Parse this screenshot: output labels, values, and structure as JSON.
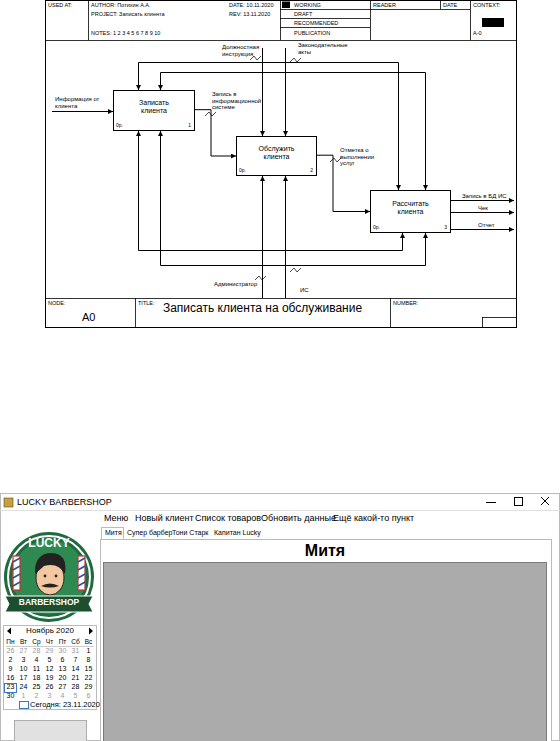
{
  "diagram": {
    "title": "Записать клиента на обслуживание",
    "nodes": [
      {
        "text": [
          "Записать клиента",
          "0р.",
          "1"
        ]
      },
      {
        "text": [
          "Обслужить клиента",
          "0р.",
          "2"
        ]
      },
      {
        "text": [
          "Рассчитать клиента",
          "0р.",
          "3"
        ]
      }
    ],
    "edges": [
      {
        "from": 0,
        "to": 1,
        "arrow": "to",
        "label": "Запись в информационной системе"
      },
      {
        "from": 1,
        "to": 2,
        "arrow": "to",
        "label": "Отметка о выполнении услуг"
      }
    ],
    "labels": [
      "USED AT:",
      "AUTHOR: Потихин А.А.",
      "DATE: 10.11.2020",
      "WORKING",
      "READER",
      "DATE",
      "CONTEXT:",
      "PROJECT: Записать клиента",
      "REV: 13.11.2020",
      "DRAFT",
      "RECOMMENDED",
      "NOTES: 1 2 3 4 5 6 7 8 9 10",
      "PUBLICATION",
      "A-0",
      "Информация от клиента",
      "Должностная инструкция",
      "Законодательные акты",
      "Запись в БД ИС",
      "Чек",
      "Отчет",
      "Администратор",
      "ИС",
      "NODE:",
      "A0",
      "TITLE:",
      "NUMBER:",
      "LUCKY BARBERSHOP",
      "Меню",
      "Новый клиент",
      "Список товаров",
      "Обновить данные",
      "Ещё какой-то пункт",
      "Митя",
      "Супер барбер",
      "Тони Старк",
      "Капитан Lucky",
      "Митя",
      "LUCKY",
      "BARBERSHOP",
      "Ноябрь 2020",
      "Пн",
      "Вт",
      "Ср",
      "Чт",
      "Пт",
      "Сб",
      "Вс",
      "26",
      "27",
      "28",
      "29",
      "30",
      "31",
      "1",
      "2",
      "3",
      "4",
      "5",
      "6",
      "7",
      "8",
      "9",
      "10",
      "11",
      "12",
      "13",
      "14",
      "15",
      "16",
      "17",
      "18",
      "19",
      "20",
      "21",
      "22",
      "23",
      "24",
      "25",
      "26",
      "27",
      "28",
      "29",
      "30",
      "1",
      "2",
      "3",
      "4",
      "5",
      "6",
      "Сегодня: 23.11.2020"
    ]
  }
}
